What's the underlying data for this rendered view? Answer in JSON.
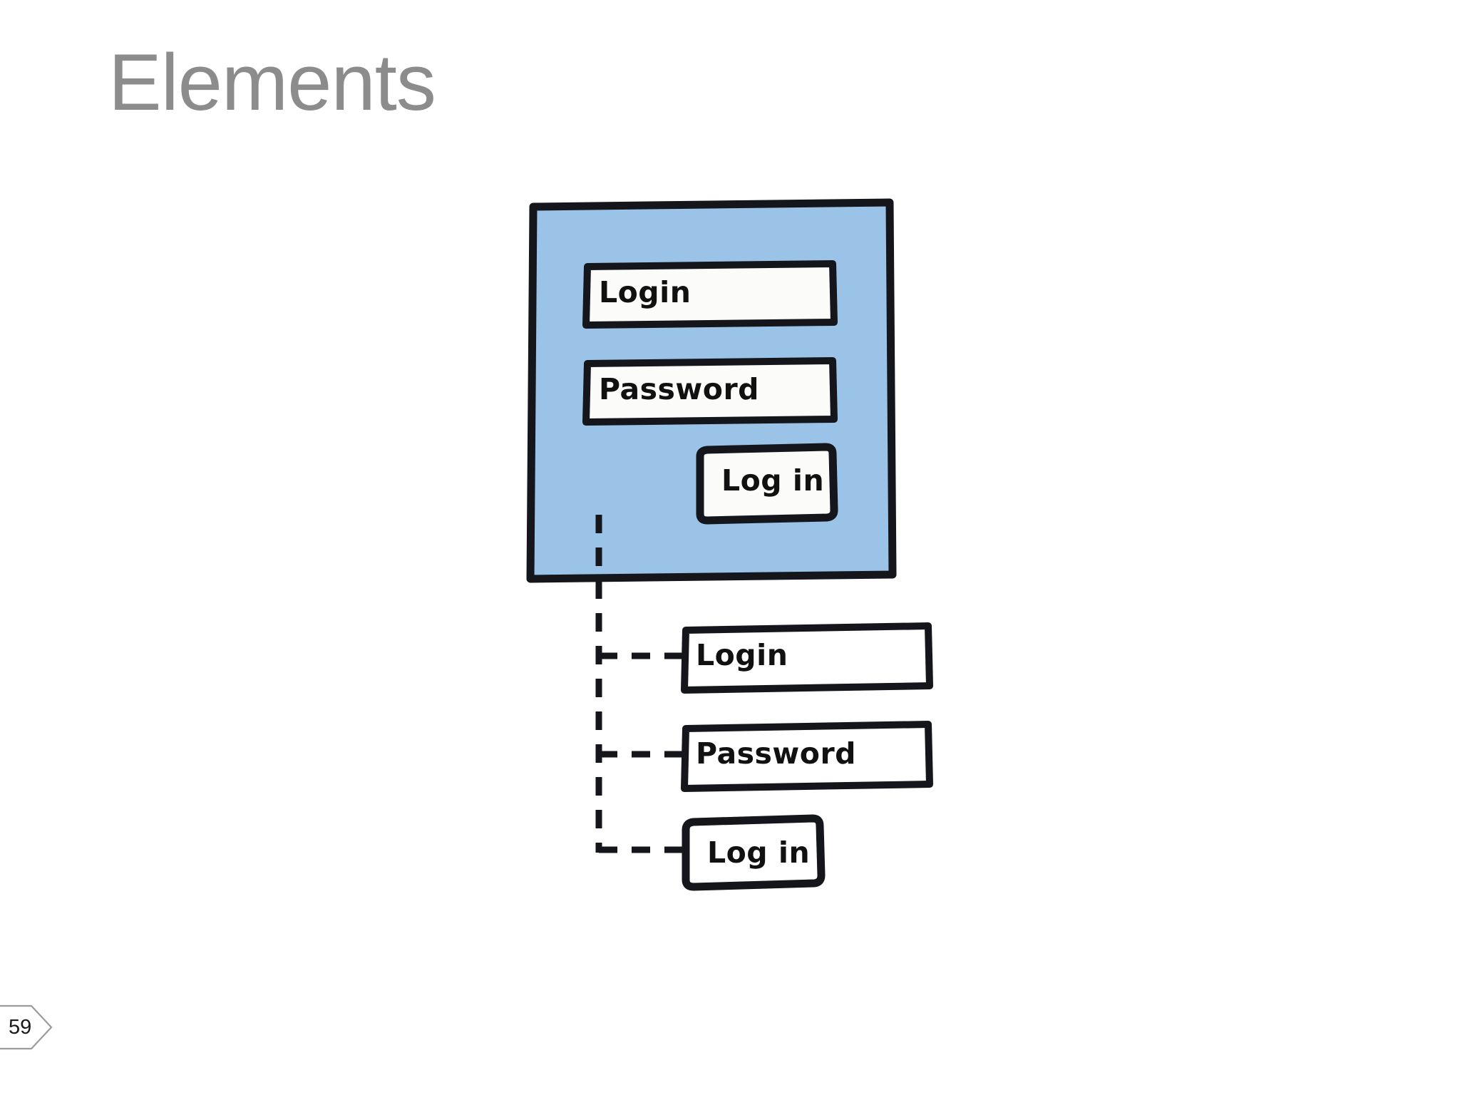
{
  "slide": {
    "title": "Elements",
    "page_number": "59"
  },
  "colors": {
    "title_gray": "#8c8c8c",
    "panel_fill": "#9bc3e8",
    "ink_black": "#14161c",
    "field_fill": "#fbfbf9",
    "badge_border": "#9b9b9b",
    "page_background": "#ffffff"
  },
  "mockup_panel": {
    "name": "login-form-mockup",
    "fields": [
      {
        "id": "login",
        "label": "Login",
        "type": "text-input"
      },
      {
        "id": "password",
        "label": "Password",
        "type": "text-input"
      }
    ],
    "buttons": [
      {
        "id": "login-submit",
        "label": "Log in",
        "type": "button"
      }
    ]
  },
  "breakdown": {
    "name": "element-breakdown-list",
    "connector": "dashed",
    "items": [
      {
        "id": "login",
        "label": "Login",
        "type": "text-input"
      },
      {
        "id": "password",
        "label": "Password",
        "type": "text-input"
      },
      {
        "id": "login-submit",
        "label": "Log in",
        "type": "button"
      }
    ]
  }
}
